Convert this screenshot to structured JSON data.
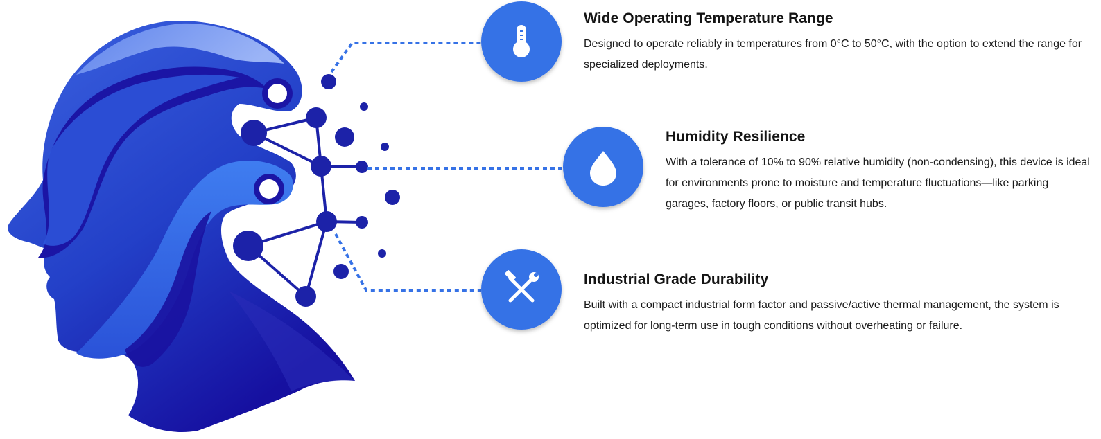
{
  "colors": {
    "accent": "#3672e6",
    "head_dark": "#1a1aa8",
    "head_mid": "#2d4fd6",
    "head_light": "#6e8ff0",
    "network_node": "#1c22a8",
    "text": "#141414"
  },
  "features": [
    {
      "icon": "thermometer-icon",
      "title": "Wide Operating Temperature Range",
      "description": "Designed to operate reliably in temperatures from 0°C to 50°C, with the option to extend the range for specialized deployments."
    },
    {
      "icon": "water-drop-icon",
      "title": "Humidity Resilience",
      "description": "With a tolerance of 10% to 90% relative humidity (non-condensing), this device is ideal for environments prone to moisture and temperature fluctuations—like parking garages, factory floors, or public transit hubs."
    },
    {
      "icon": "hammer-wrench-icon",
      "title": "Industrial Grade Durability",
      "description": "Built with a compact industrial form factor and passive/active thermal management, the system is optimized for long-term use in tough conditions without overheating or failure."
    }
  ]
}
